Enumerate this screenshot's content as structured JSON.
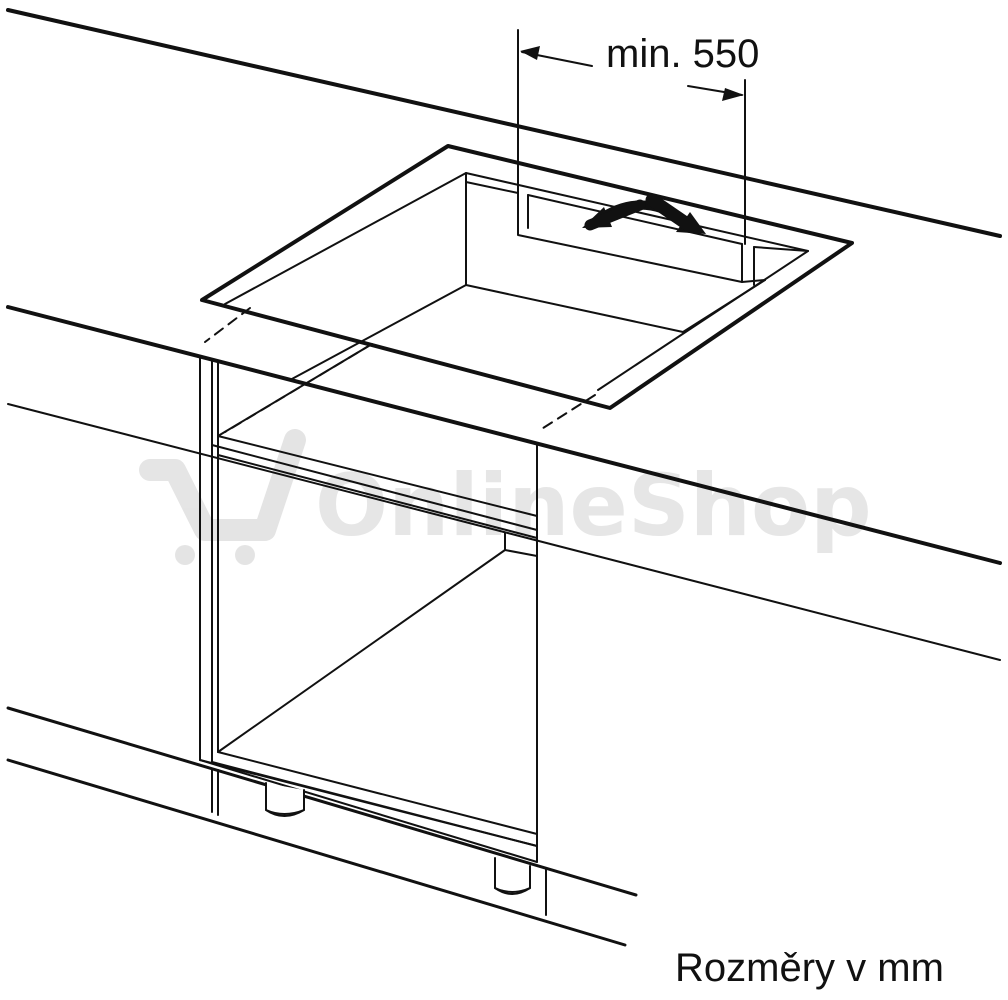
{
  "dimension": {
    "label": "min. 550"
  },
  "footer": {
    "units_note": "Rozměry v mm"
  },
  "watermark": {
    "text": "OnlineShop"
  },
  "colors": {
    "line": "#111111",
    "watermark": "#e4e4e4",
    "background": "#ffffff"
  },
  "icons": {
    "adjust_arrow": "curved-double-arrow-icon",
    "watermark_logo": "shopping-cart-icon"
  }
}
